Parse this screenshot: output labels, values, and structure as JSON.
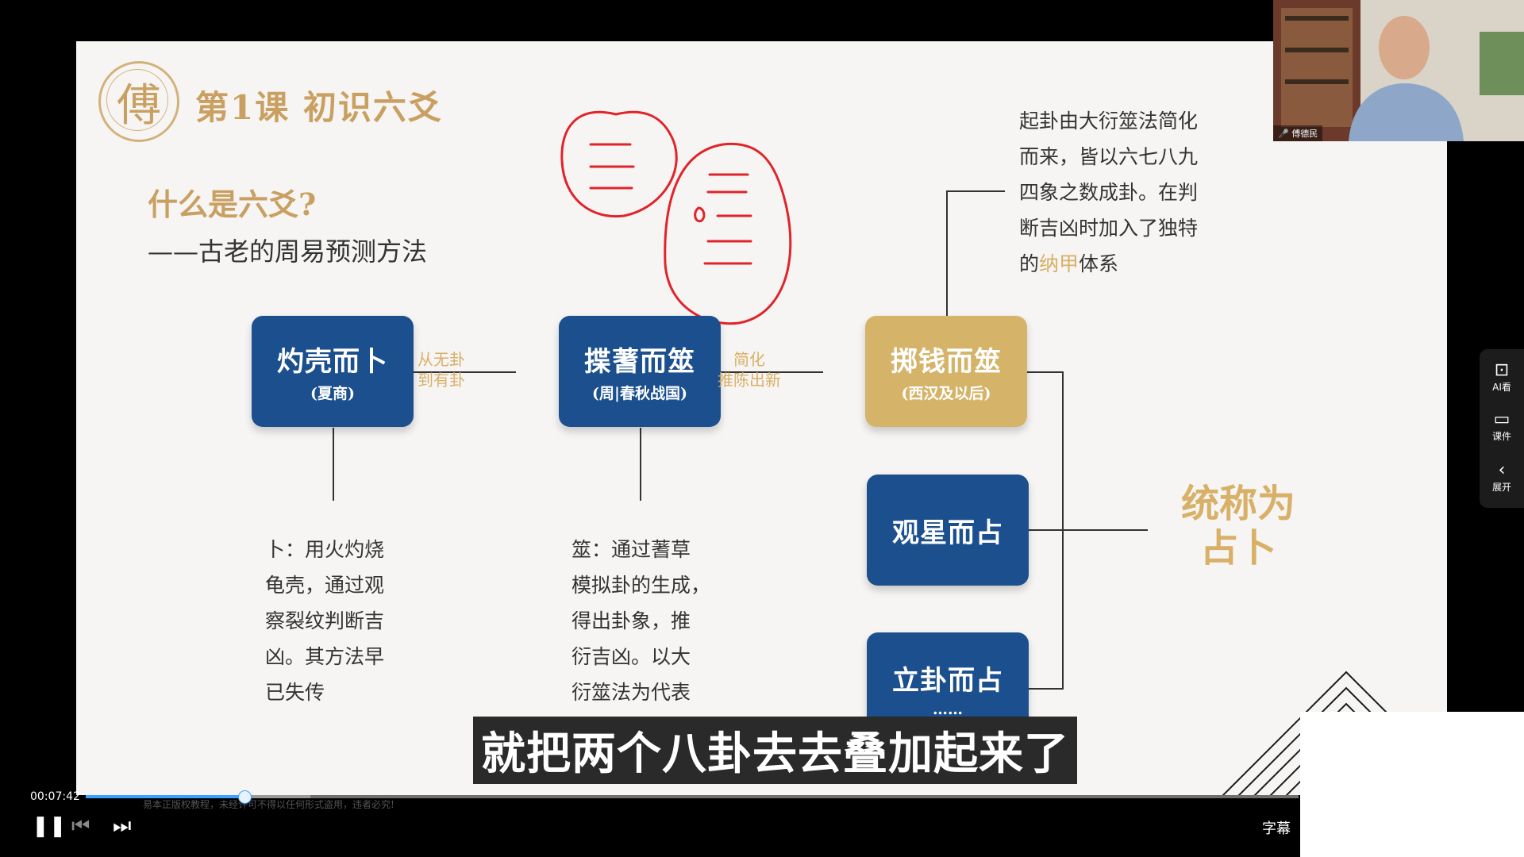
{
  "slide": {
    "logo_char": "傅",
    "lesson_title": "第1课 初识六爻",
    "question_title": "什么是六爻?",
    "question_subtitle": "——古老的周易预测方法",
    "boxes": [
      {
        "main": "灼壳而卜",
        "sub": "(夏商)"
      },
      {
        "main": "揲蓍而筮",
        "sub": "(周|春秋战国)"
      },
      {
        "main": "掷钱而筮",
        "sub": "(西汉及以后)"
      },
      {
        "main": "观星而占",
        "sub": ""
      },
      {
        "main": "立卦而占",
        "sub": "……"
      }
    ],
    "edge_labels": [
      {
        "line1": "从无卦",
        "line2": "到有卦"
      },
      {
        "line1": "简化",
        "line2": "推陈出新"
      }
    ],
    "desc_left": [
      "卜：用火灼烧",
      "龟壳，通过观",
      "察裂纹判断吉",
      "凶。其方法早",
      "已失传"
    ],
    "desc_middle": [
      "筮：通过蓍草",
      "模拟卦的生成，",
      "得出卦象，推",
      "衍吉凶。以大",
      "衍筮法为代表"
    ],
    "desc_right": {
      "lines": [
        "起卦由大衍筮法简化",
        "而来，皆以六七八九",
        "四象之数成卦。在判",
        "断吉凶时加入了独特"
      ],
      "last_pre": "的",
      "last_highlight": "纳甲",
      "last_post": "体系"
    },
    "summary": {
      "line1": "统称为",
      "line2": "占卜"
    },
    "footer_note": "易本正版权教程，未经许可不得以任何形式盗用，违者必究!"
  },
  "subtitle": "就把两个八卦去去叠加起来了",
  "webcam": {
    "name": "傅德民"
  },
  "side_panel": [
    {
      "icon": "ai-watch-icon",
      "glyph": "⊡",
      "label": "AI看"
    },
    {
      "icon": "courseware-icon",
      "glyph": "▭",
      "label": "课件"
    },
    {
      "icon": "chevron-left-icon",
      "glyph": "‹",
      "label": "展开"
    }
  ],
  "controls": {
    "time": "00:07:42",
    "progress": 0.131,
    "subtitle_toggle": "字幕",
    "pause_glyph": "❚❚",
    "prev_glyph": "⏮",
    "next_glyph": "⏭"
  },
  "colors": {
    "navy": "#1b4f8e",
    "gold": "#d5b46a",
    "accent": "#3ba0ff",
    "annotation": "#e0242a"
  }
}
